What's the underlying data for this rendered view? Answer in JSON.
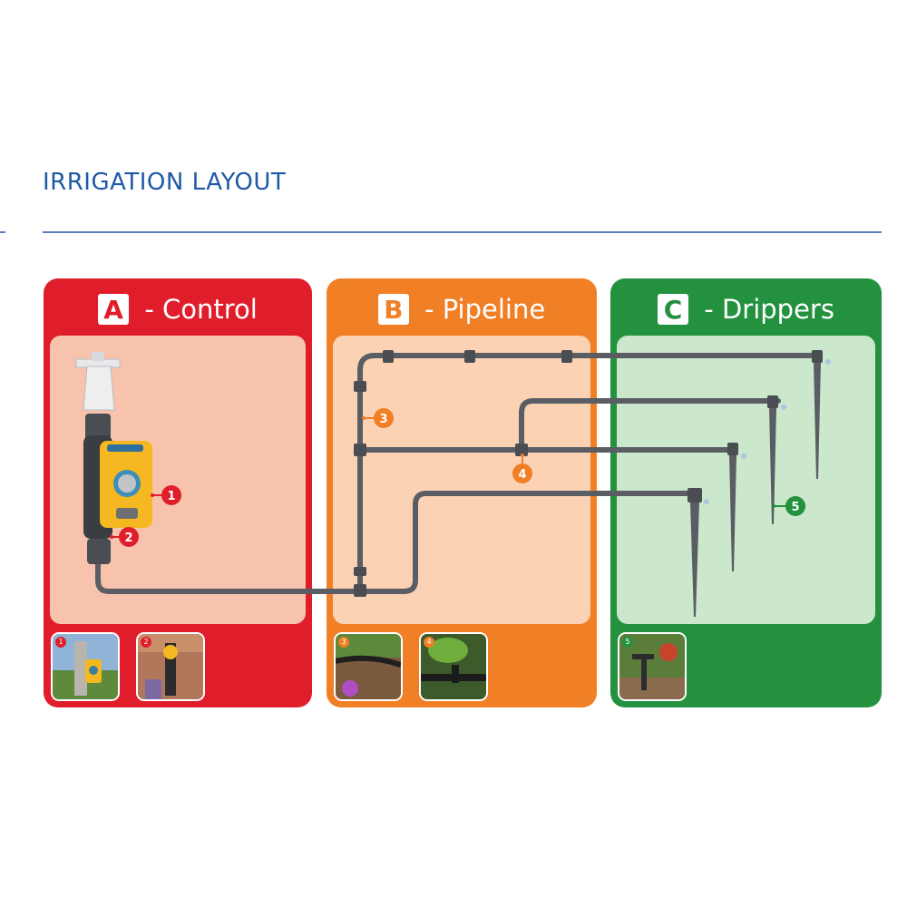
{
  "title": "IRRIGATION LAYOUT",
  "panels": [
    {
      "letter": "A",
      "label": " - Control",
      "color": "#e01e2b"
    },
    {
      "letter": "B",
      "label": " - Pipeline",
      "color": "#f07f26"
    },
    {
      "letter": "C",
      "label": " - Drippers",
      "color": "#23913e"
    }
  ],
  "callouts": [
    {
      "number": "1",
      "color": "#e01e2b"
    },
    {
      "number": "2",
      "color": "#e01e2b"
    },
    {
      "number": "3",
      "color": "#f07f26"
    },
    {
      "number": "4",
      "color": "#f07f26"
    },
    {
      "number": "5",
      "color": "#23913e"
    }
  ],
  "photos": [
    {
      "number": "1",
      "icon": "tap-timer-photo"
    },
    {
      "number": "2",
      "icon": "tap-connector-photo"
    },
    {
      "number": "3",
      "icon": "pipe-in-soil-photo"
    },
    {
      "number": "4",
      "icon": "tee-connector-photo"
    },
    {
      "number": "5",
      "icon": "dripper-stake-photo"
    }
  ],
  "colors": {
    "title": "#1f5aa6",
    "pipe": "#5a5d63",
    "timer_body": "#f5b820"
  }
}
